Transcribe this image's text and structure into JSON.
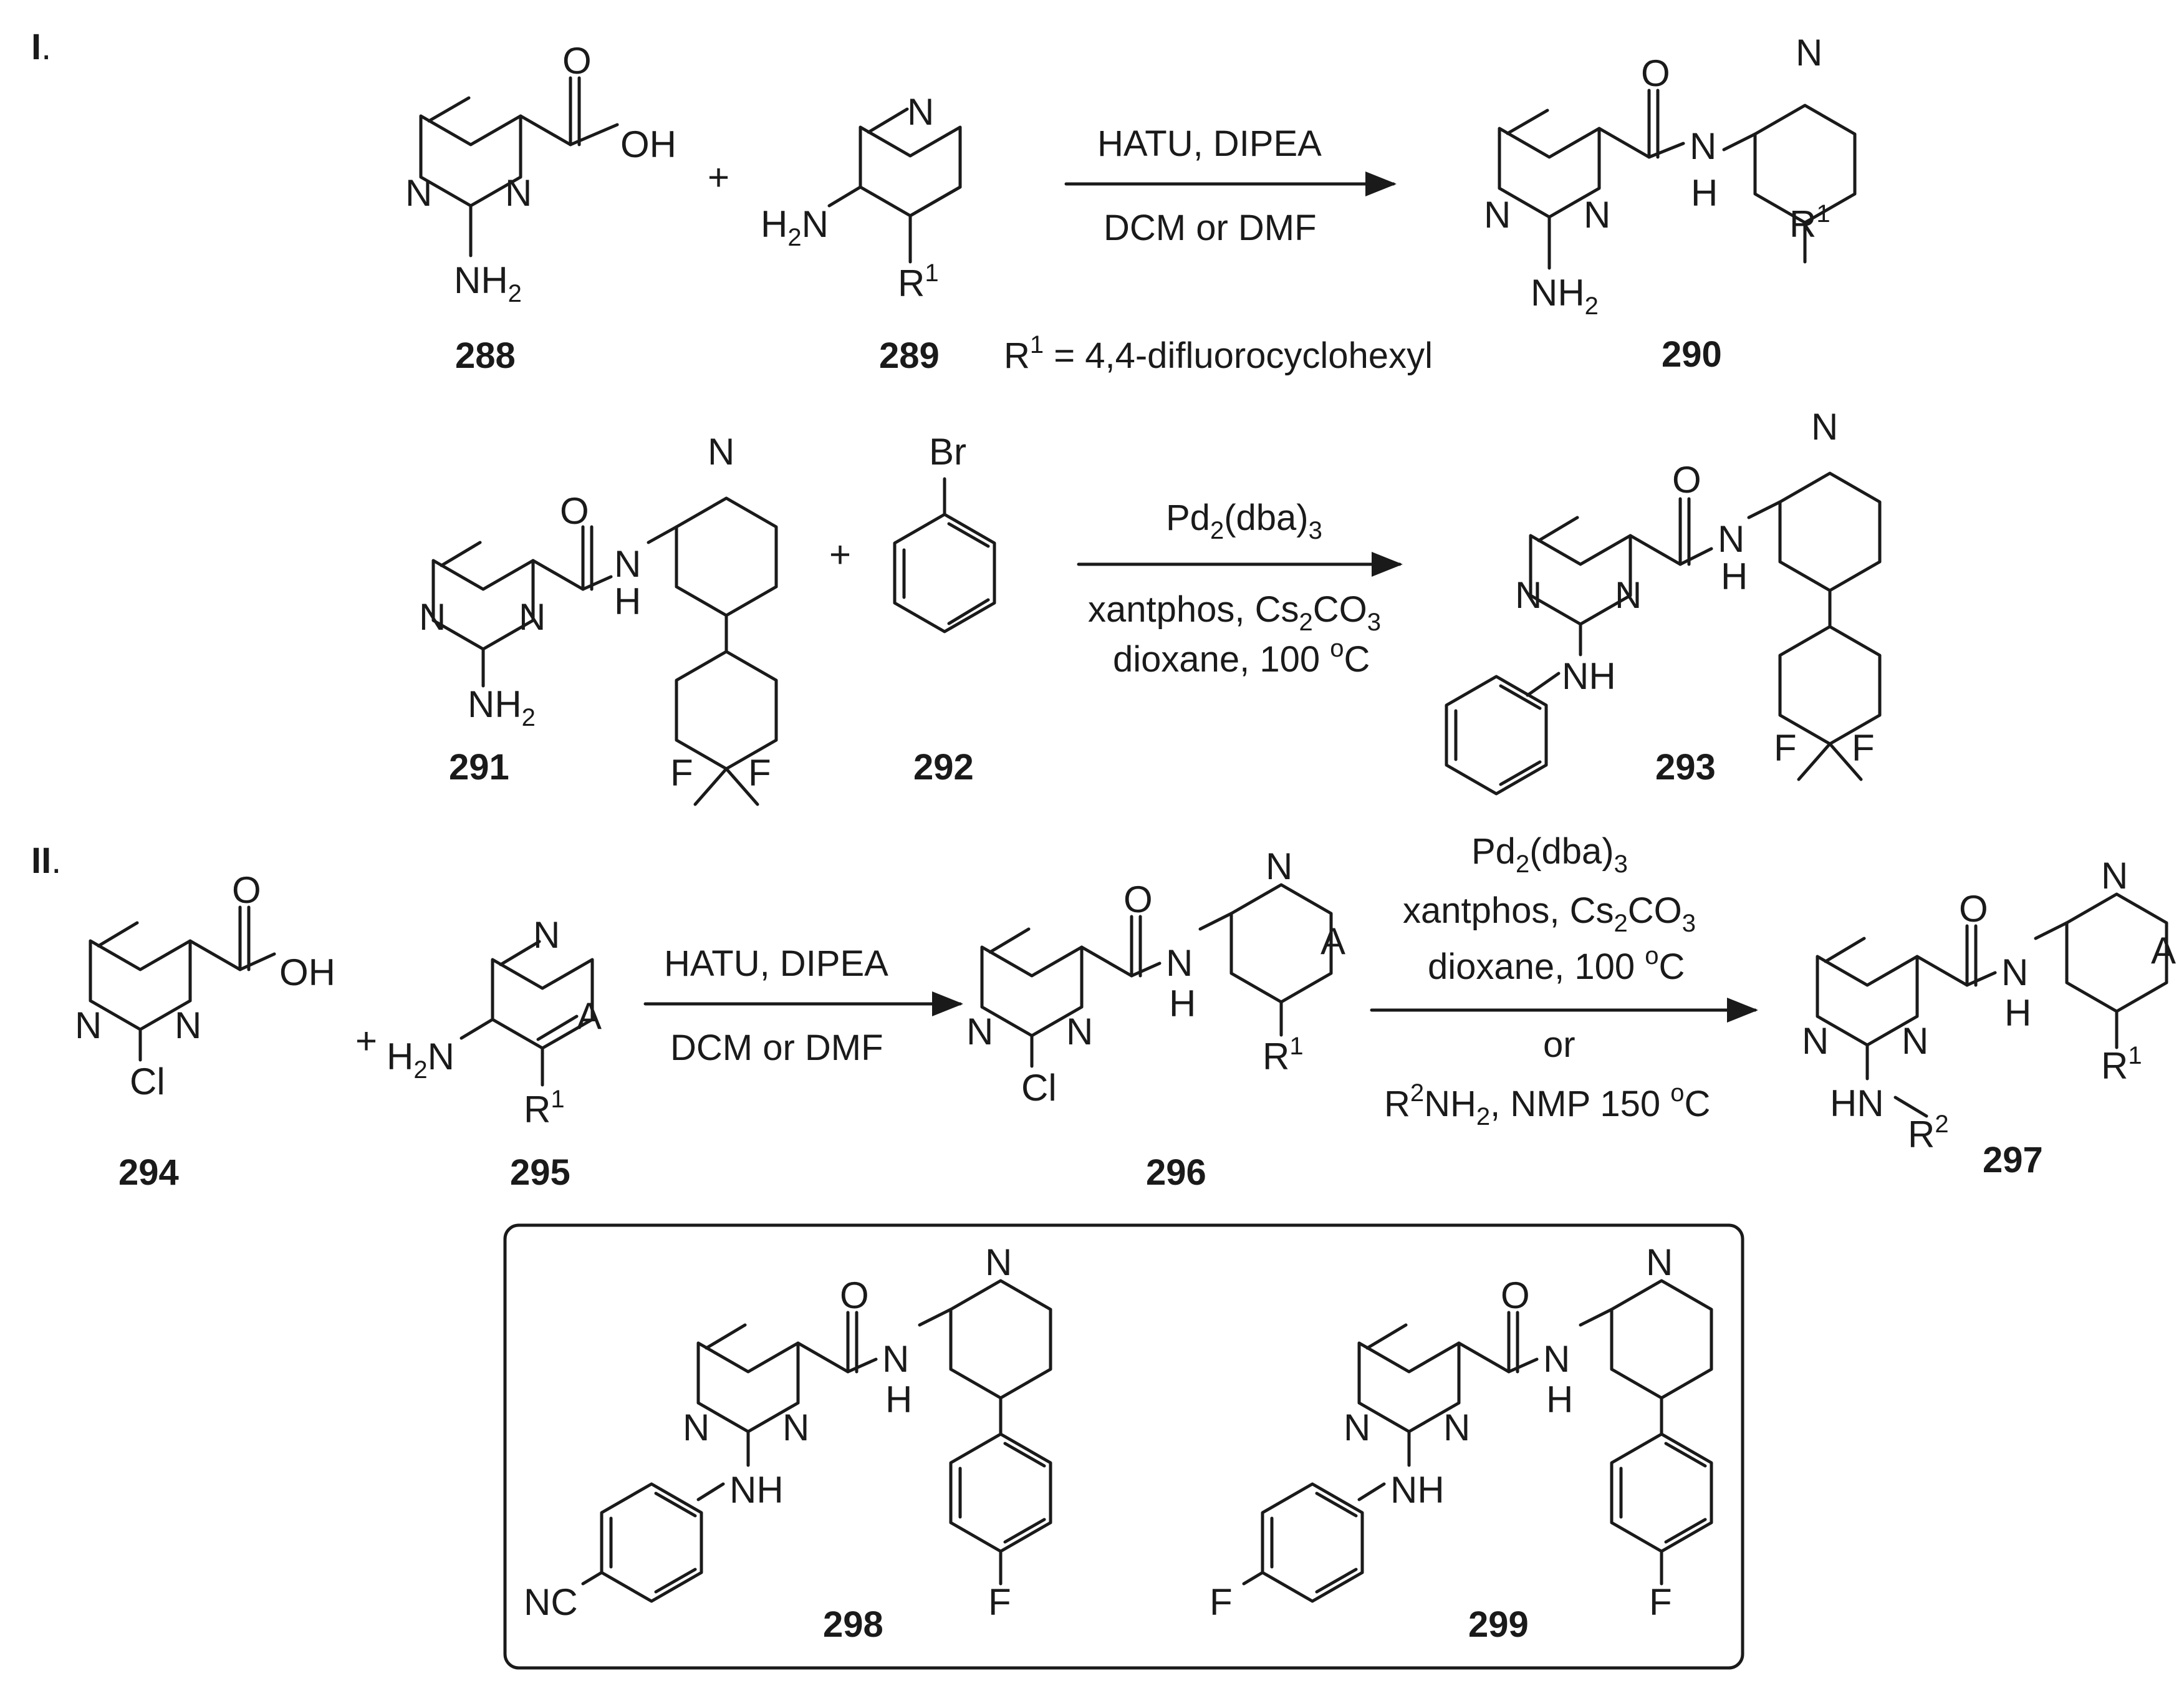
{
  "sections": {
    "I": "I",
    "II": "II"
  },
  "atoms": {
    "O": "O",
    "OH": "OH",
    "N": "N",
    "NH2": "NH",
    "H2N": "H",
    "H": "H",
    "NH": "NH",
    "HN": "HN",
    "R": "R",
    "A": "A",
    "F": "F",
    "Br": "Br",
    "Cl": "Cl",
    "NC": "NC",
    "two": "2",
    "one": "1",
    "plus": "+",
    "dot": "."
  },
  "compounds": {
    "c288": "288",
    "c289": "289",
    "c290": "290",
    "c291": "291",
    "c292": "292",
    "c293": "293",
    "c294": "294",
    "c295": "295",
    "c296": "296",
    "c297": "297",
    "c298": "298",
    "c299": "299"
  },
  "definitions": {
    "r1_pre": "R",
    "r1_sup": "1",
    "r1_text": " = 4,4-difluorocyclohexyl"
  },
  "conditions": {
    "step1_top": "HATU, DIPEA",
    "step1_bottom": "DCM or DMF",
    "step2_line1": "Pd2(dba)3",
    "step2_line2": "xantphos, Cs2CO3",
    "step2_line3": "dioxane, 100 oC",
    "step3_top": "HATU, DIPEA",
    "step3_bottom": "DCM or DMF",
    "step4_line1": "Pd2(dba)3",
    "step4_line2": "xantphos, Cs2CO3",
    "step4_line3": "dioxane, 100 oC",
    "step4_or": "or",
    "step4_line4": "R2NH2, NMP 150 oC"
  }
}
